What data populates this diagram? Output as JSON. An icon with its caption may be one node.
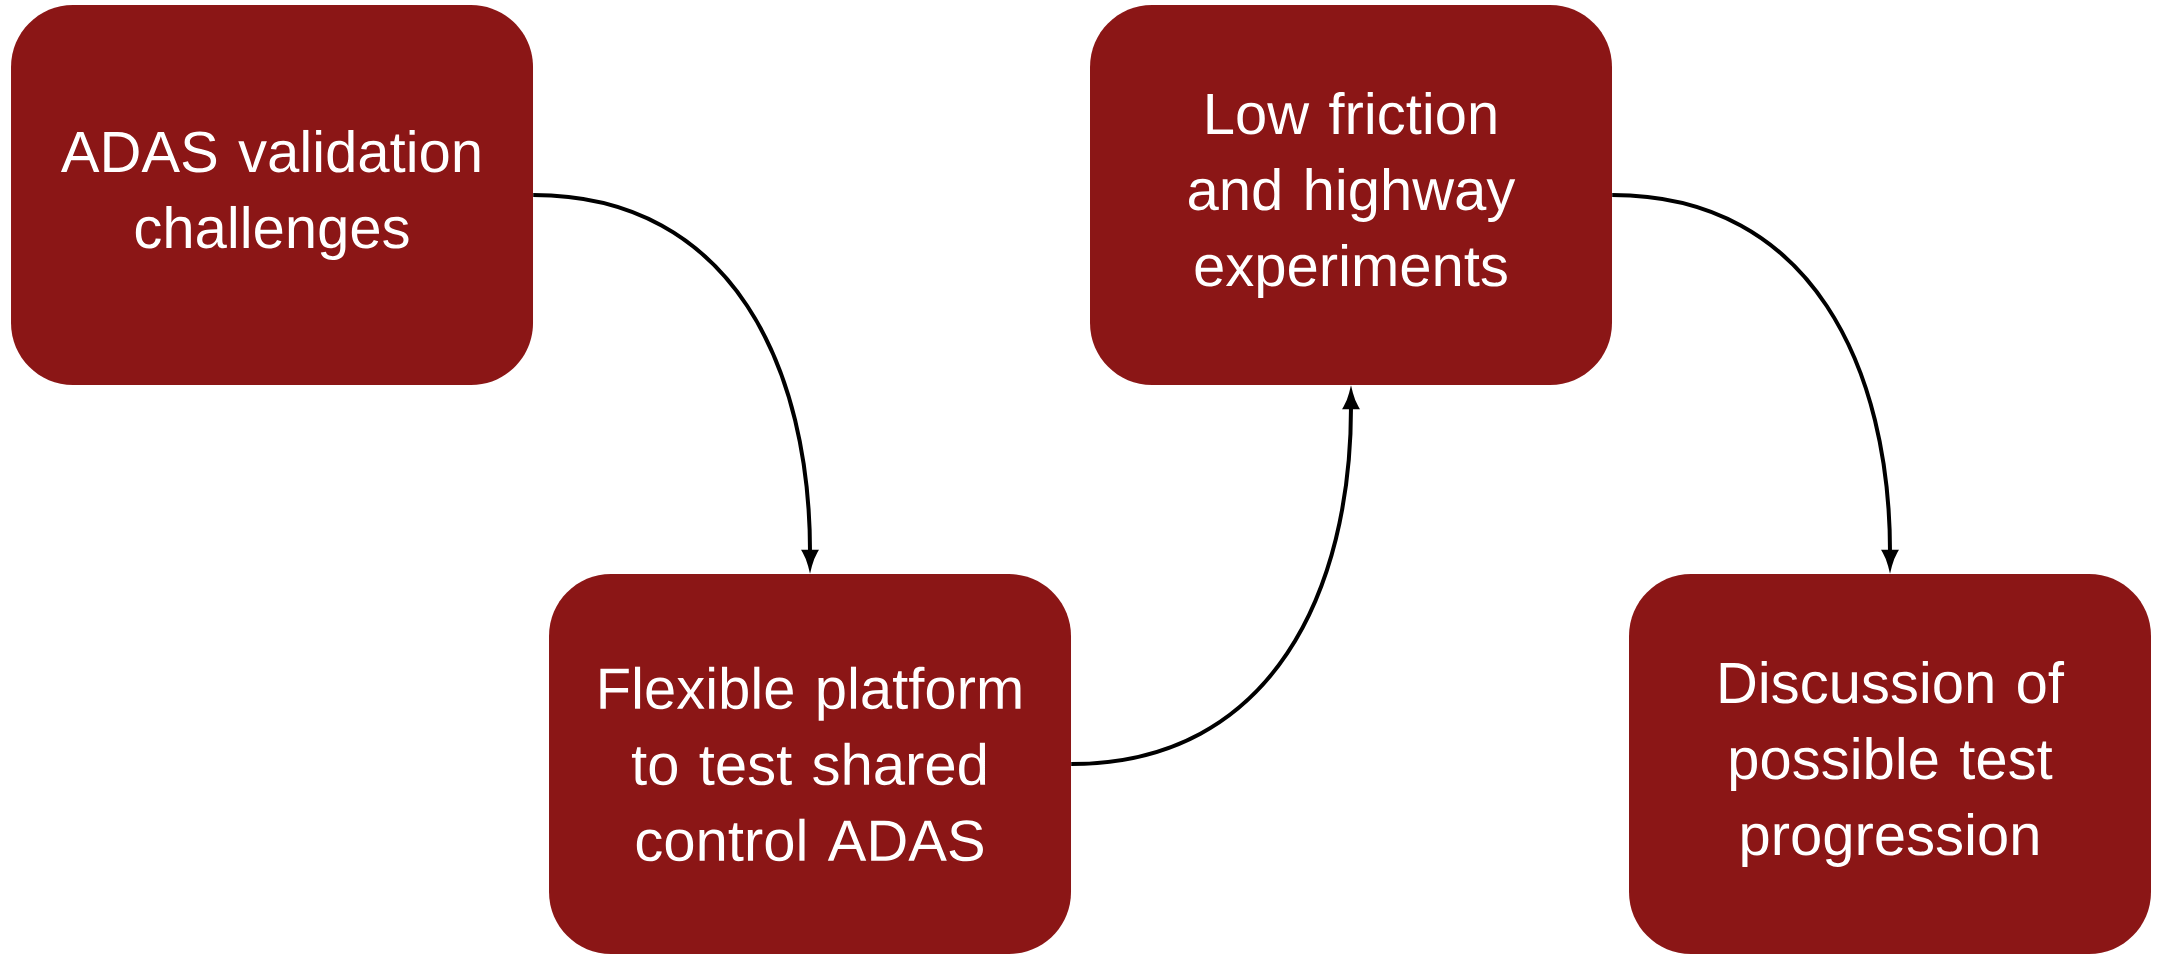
{
  "diagram": {
    "nodes": [
      {
        "text": [
          "ADAS validation challenges"
        ]
      },
      {
        "text": [
          "Flexible platform to test shared control ADAS"
        ]
      },
      {
        "text": [
          "Low friction and highway experiments"
        ]
      },
      {
        "text": [
          "Discussion of possible test progression"
        ]
      }
    ],
    "edges": [
      {
        "from": 0,
        "to": 1,
        "arrow": "to"
      },
      {
        "from": 1,
        "to": 2,
        "arrow": "to"
      },
      {
        "from": 2,
        "to": 3,
        "arrow": "to"
      }
    ]
  }
}
